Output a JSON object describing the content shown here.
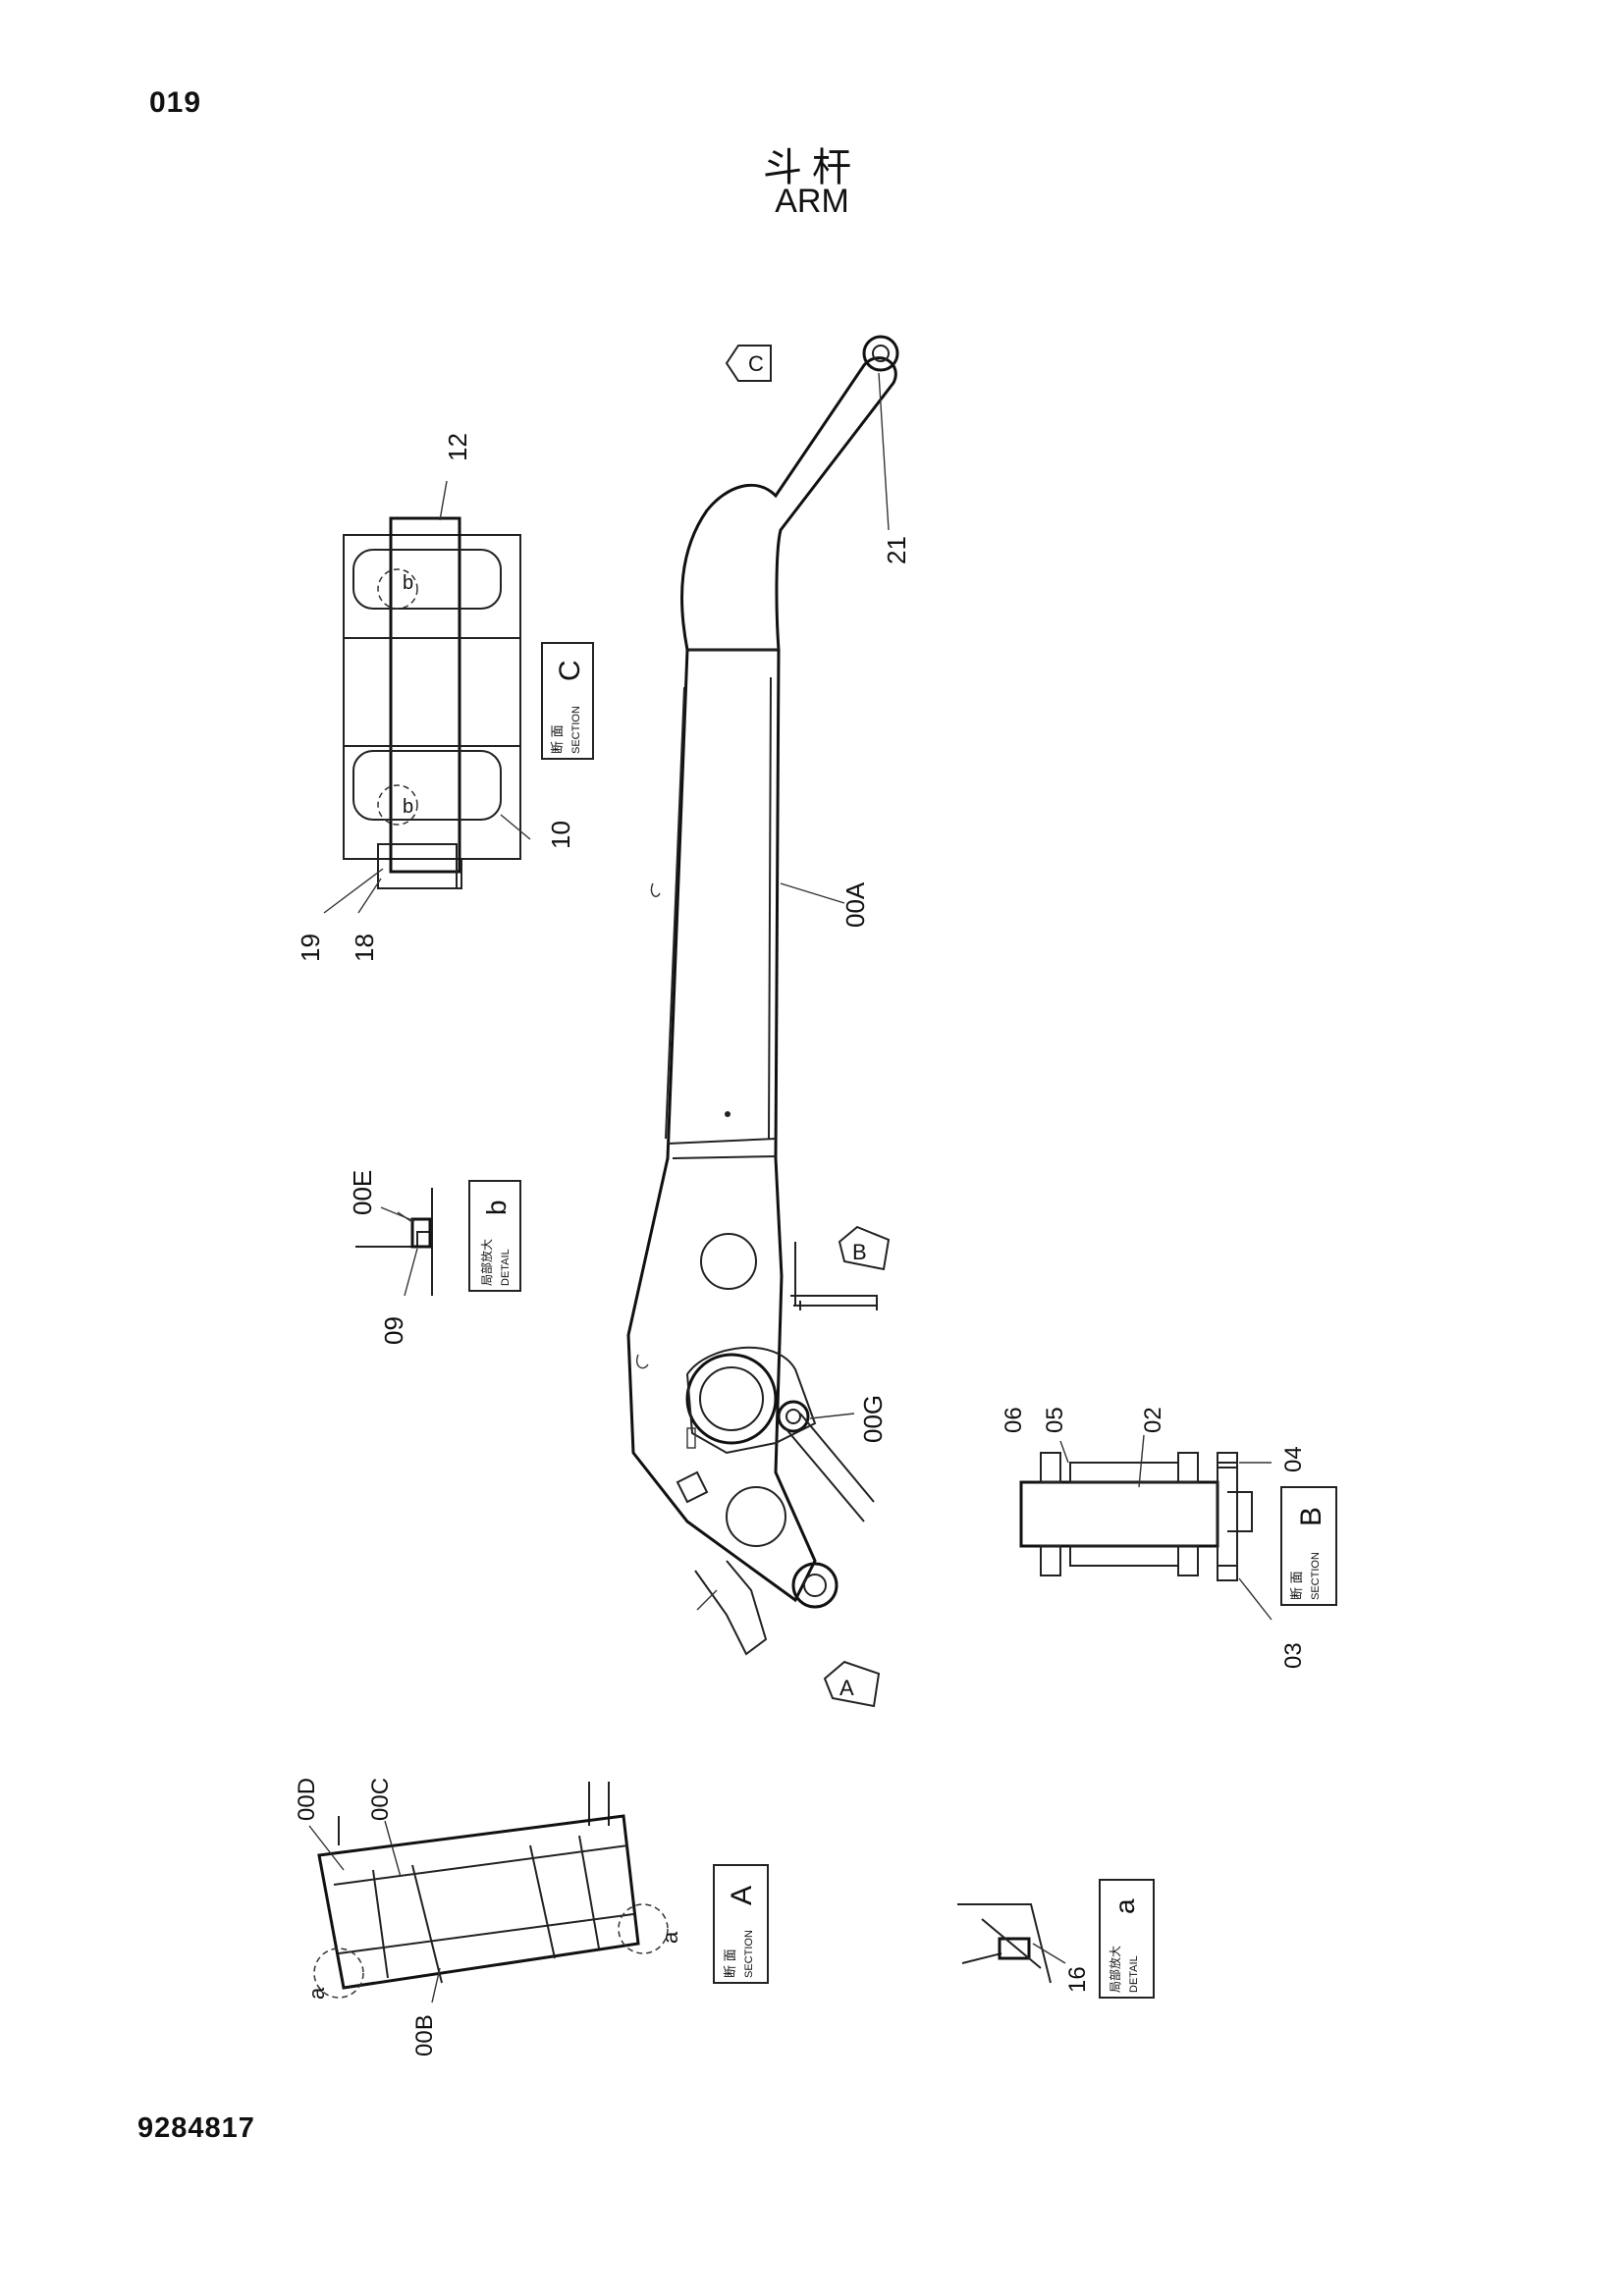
{
  "page_number": "019",
  "title_cn": "斗杆",
  "title_en": "ARM",
  "document_number": "9284817",
  "section_views": [
    {
      "word": "SECTION",
      "cn": "断 面",
      "letter": "C"
    },
    {
      "word": "SECTION",
      "cn": "断 面",
      "letter": "B"
    },
    {
      "word": "SECTION",
      "cn": "断 面",
      "letter": "A"
    }
  ],
  "detail_views": [
    {
      "word": "DETAIL",
      "cn": "局部放大",
      "letter": "b"
    },
    {
      "word": "DETAIL",
      "cn": "局部放大",
      "letter": "a"
    }
  ],
  "section_markers": [
    "C",
    "B",
    "A"
  ],
  "detail_circle_labels": [
    "b",
    "b",
    "a",
    "a"
  ],
  "part_callouts": [
    "12",
    "10",
    "19",
    "18",
    "21",
    "00A",
    "00E",
    "09",
    "00G",
    "06",
    "05",
    "02",
    "04",
    "03",
    "00D",
    "00C",
    "00B",
    "16"
  ]
}
